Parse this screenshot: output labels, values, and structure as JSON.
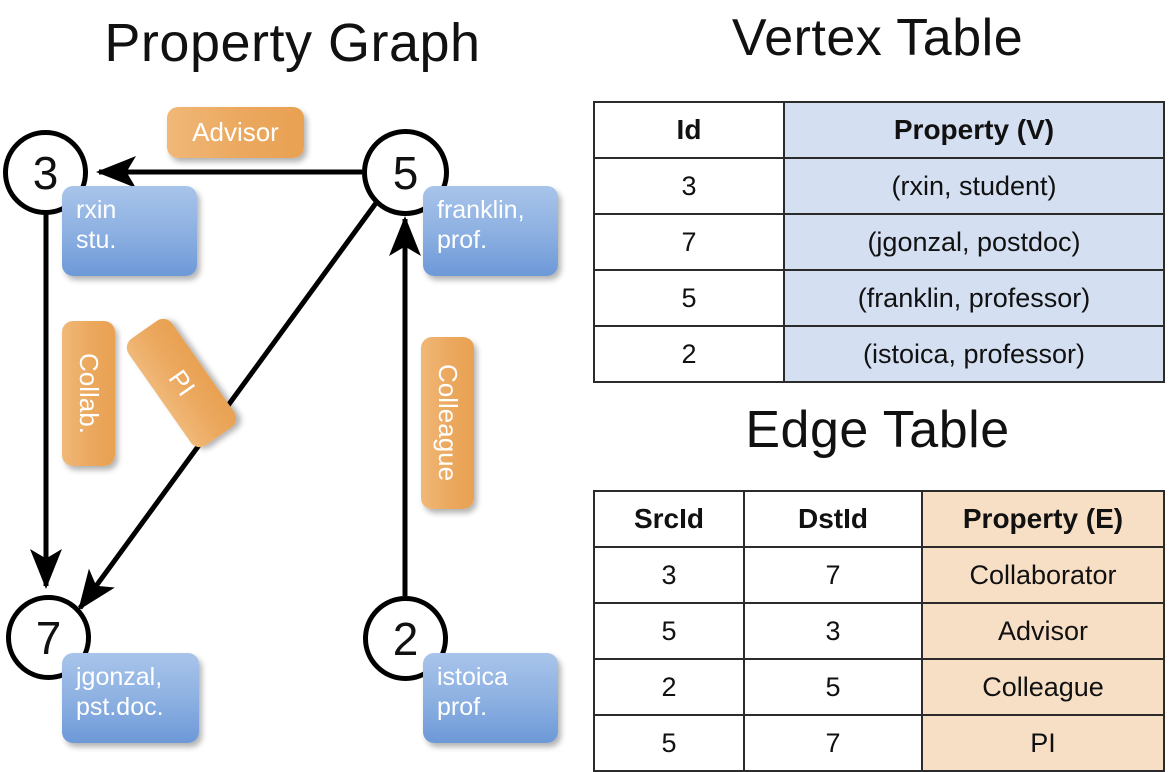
{
  "titles": {
    "property_graph": "Property Graph",
    "vertex_table": "Vertex Table",
    "edge_table": "Edge Table"
  },
  "colors": {
    "vertex_fill": "#d4dff1",
    "edge_fill": "#f7dfc6",
    "node_property_box": "#8fb2e2",
    "edge_label_box": "#eba85e",
    "stroke": "#000000"
  },
  "graph": {
    "nodes": [
      {
        "id": "3",
        "label": "3",
        "property_line1": "rxin",
        "property_line2": "stu."
      },
      {
        "id": "5",
        "label": "5",
        "property_line1": "franklin,",
        "property_line2": "prof."
      },
      {
        "id": "7",
        "label": "7",
        "property_line1": "jgonzal,",
        "property_line2": "pst.doc."
      },
      {
        "id": "2",
        "label": "2",
        "property_line1": "istoica",
        "property_line2": "prof."
      }
    ],
    "edge_labels": [
      {
        "name": "advisor",
        "text": "Advisor"
      },
      {
        "name": "collab",
        "text": "Collab."
      },
      {
        "name": "pi",
        "text": "PI"
      },
      {
        "name": "colleague",
        "text": "Colleague"
      }
    ]
  },
  "vertex_table": {
    "headers": [
      "Id",
      "Property (V)"
    ],
    "rows": [
      {
        "id": "3",
        "property": "(rxin, student)"
      },
      {
        "id": "7",
        "property": "(jgonzal, postdoc)"
      },
      {
        "id": "5",
        "property": "(franklin, professor)"
      },
      {
        "id": "2",
        "property": "(istoica, professor)"
      }
    ]
  },
  "edge_table": {
    "headers": [
      "SrcId",
      "DstId",
      "Property (E)"
    ],
    "rows": [
      {
        "src": "3",
        "dst": "7",
        "property": "Collaborator"
      },
      {
        "src": "5",
        "dst": "3",
        "property": "Advisor"
      },
      {
        "src": "2",
        "dst": "5",
        "property": "Colleague"
      },
      {
        "src": "5",
        "dst": "7",
        "property": "PI"
      }
    ]
  }
}
